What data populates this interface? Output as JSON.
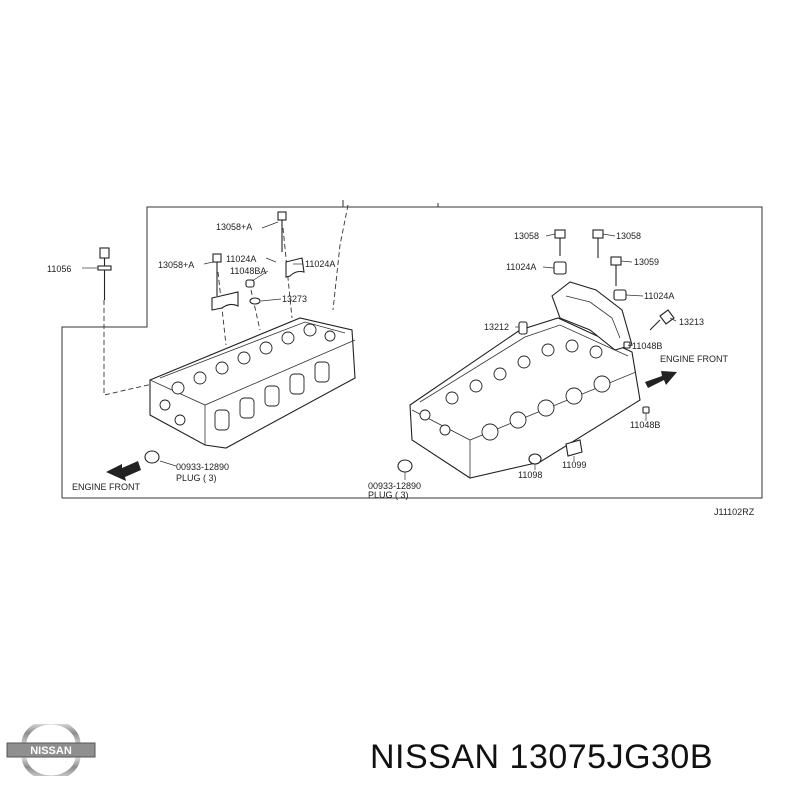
{
  "diagram": {
    "left_group_labels": {
      "bolt_long": "11056",
      "bolt_a_top": "13058+A",
      "bolt_a_left": "13058+A",
      "cap_a_left": "11024A",
      "cap_a_right": "11024A",
      "dowel_a": "11048BA",
      "seal": "13273",
      "plug": "00933-12890",
      "plug_qty": "PLUG ( 3)",
      "engine_front": "ENGINE FRONT"
    },
    "right_group_labels": {
      "bolt_top_left": "13058",
      "bolt_top_right": "13058",
      "bolt_mid": "13059",
      "cap_left": "11024A",
      "cap_right": "11024A",
      "sensor_left": "13212",
      "sensor_right": "13213",
      "dowel_upper": "11048B",
      "dowel_lower": "11048B",
      "plug": "00933-12890",
      "plug_qty": "PLUG ( 3)",
      "seal_1": "11098",
      "seal_2": "11099",
      "engine_front": "ENGINE FRONT"
    },
    "figure_code": "J11102RZ"
  },
  "brand": {
    "logo_text": "NISSAN",
    "caption": "NISSAN 13075JG30B"
  }
}
